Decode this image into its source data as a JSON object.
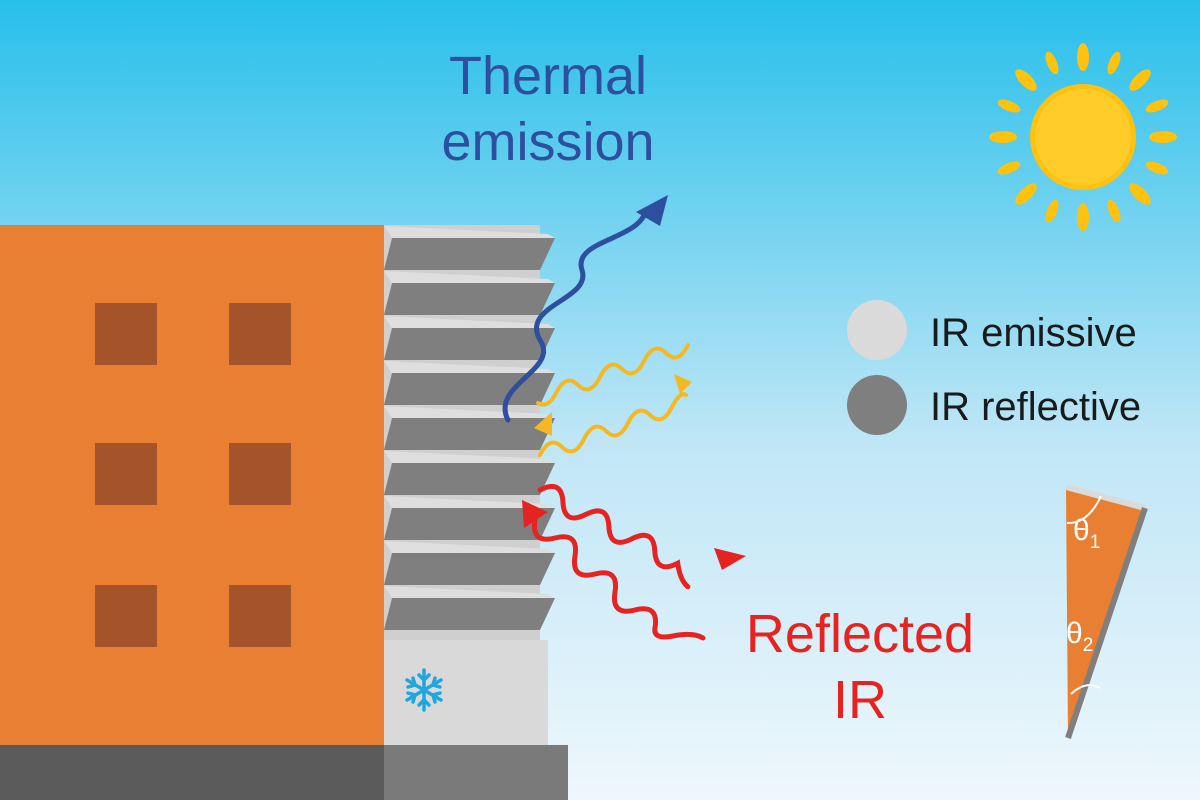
{
  "labels": {
    "thermal_line1": "Thermal",
    "thermal_line2": "emission",
    "reflected_line1": "Reflected",
    "reflected_line2": "IR",
    "legend_emissive": "IR emissive",
    "legend_reflective": "IR reflective",
    "theta1_base": "θ",
    "theta1_sub": "1",
    "theta2_base": "θ",
    "theta2_sub": "2"
  },
  "icons": {
    "sun": "sun-icon",
    "snowflake": "snowflake-icon"
  },
  "colors": {
    "sky_top": "#29c0ea",
    "sky_bottom": "#e8f4fb",
    "building": "#e87f32",
    "window": "#a4532a",
    "fin_dark": "#7f7f7f",
    "fin_light": "#d8d8d8",
    "ground": "#5a5a5a",
    "thermal_arrow": "#2e4f9e",
    "solar_arrow": "#f5b820",
    "reflected_arrow": "#e52421",
    "sun": "#ffc20e"
  }
}
